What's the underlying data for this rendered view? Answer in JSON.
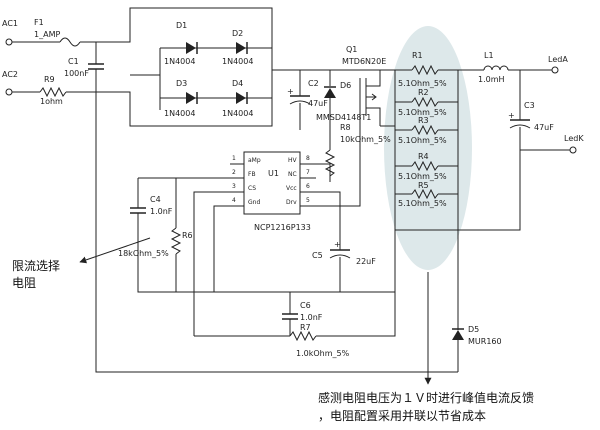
{
  "labels": {
    "ac1": "AC1",
    "ac2": "AC2",
    "f1": "F1",
    "f1_val": "1_AMP",
    "c1": "C1",
    "c1_val": "100nF",
    "r9": "R9",
    "r9_val": "1ohm",
    "d1": "D1",
    "d1_val": "1N4004",
    "d2": "D2",
    "d2_val": "1N4004",
    "d3": "D3",
    "d3_val": "1N4004",
    "d4": "D4",
    "d4_val": "1N4004",
    "c2": "C2",
    "c2_val": "47uF",
    "d6": "D6",
    "d6_val": "MMSD4148T1",
    "r8": "R8",
    "r8_val": "10kOhm_5%",
    "q1": "Q1",
    "q1_val": "MTD6N20E",
    "r1": "R1",
    "r1_val": "5.1Ohm_5%",
    "r2": "R2",
    "r2_val": "5.1Ohm_5%",
    "r3": "R3",
    "r3_val": "5.1Ohm_5%",
    "r4": "R4",
    "r4_val": "5.1Ohm_5%",
    "r5": "R5",
    "r5_val": "5.1Ohm_5%",
    "l1": "L1",
    "l1_val": "1.0mH",
    "c3": "C3",
    "c3_val": "47uF",
    "leda": "LedA",
    "ledk": "LedK",
    "u1": "U1",
    "u1_part": "NCP1216P133",
    "pin_hv": "HV",
    "pin_nc": "NC",
    "pin_vcc": "Vcc",
    "pin_drv": "Drv",
    "pin_adj": "aMp",
    "pin_fb": "FB",
    "pin_cs": "CS",
    "pin_gnd": "Gnd",
    "pin1": "1",
    "pin2": "2",
    "pin3": "3",
    "pin4": "4",
    "pin5": "5",
    "pin6": "6",
    "pin7": "7",
    "pin8": "8",
    "c4": "C4",
    "c4_val": "1.0nF",
    "r6": "R6",
    "r6_val": "18kOhm_5%",
    "c5": "C5",
    "c5_val": "22uF",
    "c6": "C6",
    "c6_val": "1.0nF",
    "r7": "R7",
    "r7_val": "1.0kOhm_5%",
    "d5": "D5",
    "d5_val": "MUR160",
    "note_left_1": "限流选择",
    "note_left_2": "电阻",
    "note_bottom_1": "感测电阻电压为１Ｖ时进行峰值电流反馈",
    "note_bottom_2": "，电阻配置采用并联以节省成本"
  },
  "colors": {
    "wire": "#222222",
    "highlight": "#dde8ea"
  }
}
